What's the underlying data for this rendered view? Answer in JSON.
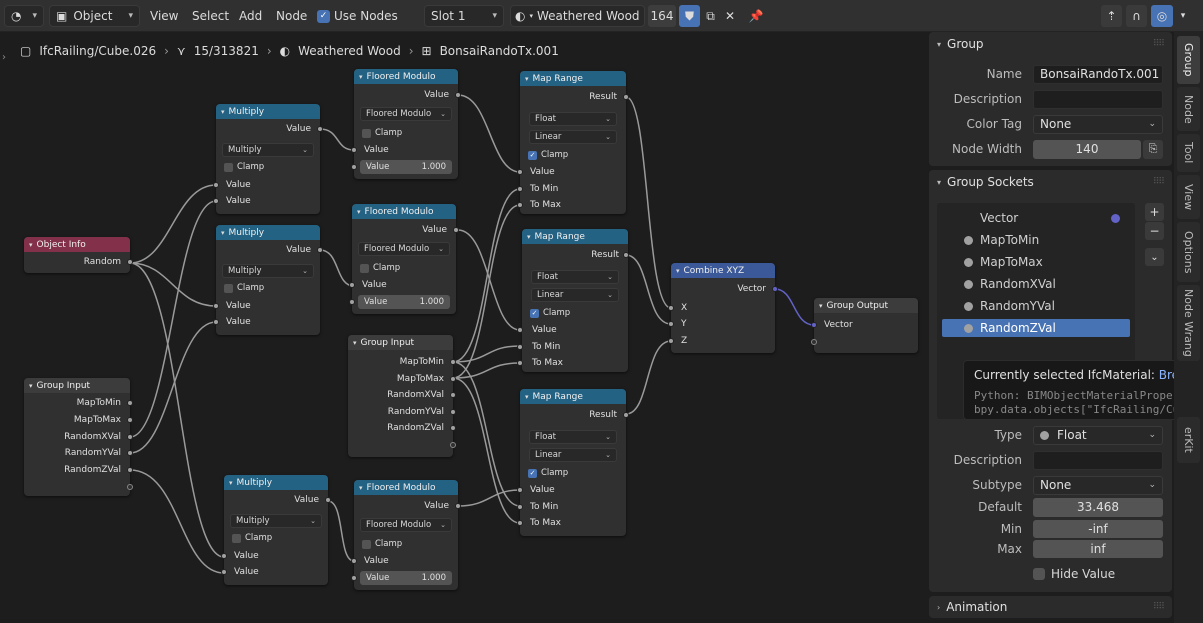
{
  "topbar": {
    "editor_type": "Object",
    "menus": [
      "View",
      "Select",
      "Add",
      "Node"
    ],
    "use_nodes": "Use Nodes",
    "slot": "Slot 1",
    "material": "Weathered Wood",
    "users": "164"
  },
  "breadcrumb": {
    "object": "IfcRailing/Cube.026",
    "mesh": "15/313821",
    "material": "Weathered Wood",
    "group": "BonsaiRandoTx.001"
  },
  "nodes": {
    "object_info": {
      "title": "Object Info",
      "out": "Random"
    },
    "group_input_left": {
      "title": "Group Input",
      "outputs": [
        "MapToMin",
        "MapToMax",
        "RandomXVal",
        "RandomYVal",
        "RandomZVal"
      ]
    },
    "mult1": {
      "title": "Multiply",
      "out": "Value",
      "op": "Multiply",
      "clamp": "Clamp",
      "in1": "Value",
      "in2": "Value"
    },
    "mult2": {
      "title": "Multiply",
      "out": "Value",
      "op": "Multiply",
      "clamp": "Clamp",
      "in1": "Value",
      "in2": "Value"
    },
    "mult3": {
      "title": "Multiply",
      "out": "Value",
      "op": "Multiply",
      "clamp": "Clamp",
      "in1": "Value",
      "in2": "Value"
    },
    "mod1": {
      "title": "Floored Modulo",
      "out": "Value",
      "op": "Floored Modulo",
      "clamp": "Clamp",
      "in1": "Value",
      "field_label": "Value",
      "field_value": "1.000"
    },
    "mod2": {
      "title": "Floored Modulo",
      "out": "Value",
      "op": "Floored Modulo",
      "clamp": "Clamp",
      "in1": "Value",
      "field_label": "Value",
      "field_value": "1.000"
    },
    "mod3": {
      "title": "Floored Modulo",
      "out": "Value",
      "op": "Floored Modulo",
      "clamp": "Clamp",
      "in1": "Value",
      "field_label": "Value",
      "field_value": "1.000"
    },
    "group_input_mid": {
      "title": "Group Input",
      "outputs": [
        "MapToMin",
        "MapToMax",
        "RandomXVal",
        "RandomYVal",
        "RandomZVal"
      ]
    },
    "map1": {
      "title": "Map Range",
      "out": "Result",
      "type": "Float",
      "interp": "Linear",
      "clamp": "Clamp",
      "inputs": [
        "Value",
        "To Min",
        "To Max"
      ]
    },
    "map2": {
      "title": "Map Range",
      "out": "Result",
      "type": "Float",
      "interp": "Linear",
      "clamp": "Clamp",
      "inputs": [
        "Value",
        "To Min",
        "To Max"
      ]
    },
    "map3": {
      "title": "Map Range",
      "out": "Result",
      "type": "Float",
      "interp": "Linear",
      "clamp": "Clamp",
      "inputs": [
        "Value",
        "To Min",
        "To Max"
      ]
    },
    "combine": {
      "title": "Combine XYZ",
      "out": "Vector",
      "inputs": [
        "X",
        "Y",
        "Z"
      ]
    },
    "group_output": {
      "title": "Group Output",
      "in": "Vector"
    }
  },
  "group_panel": {
    "title": "Group",
    "name_label": "Name",
    "name_value": "BonsaiRandoTx.001",
    "desc_label": "Description",
    "desc_value": "",
    "color_label": "Color Tag",
    "color_value": "None",
    "width_label": "Node Width",
    "width_value": "140"
  },
  "sockets_panel": {
    "title": "Group Sockets",
    "items": [
      "Vector",
      "MapToMin",
      "MapToMax",
      "RandomXVal",
      "RandomYVal",
      "RandomZVal"
    ],
    "type_label": "Type",
    "type_value": "Float",
    "desc_label": "Description",
    "desc_value": "",
    "subtype_label": "Subtype",
    "subtype_value": "None",
    "default_label": "Default",
    "default_value": "33.468",
    "min_label": "Min",
    "min_value": "-inf",
    "max_label": "Max",
    "max_value": "inf",
    "hide_label": "Hide Value"
  },
  "animation_panel": {
    "title": "Animation"
  },
  "tooltip": {
    "line1": "Currently selected IfcMaterial: ",
    "line1_value": "BreezeBlock",
    "line2": "Python: BIMObjectMaterialPropertie",
    "line3": "bpy.data.objects[\"IfcRailing/Cube"
  },
  "vtabs": [
    "Group",
    "Node",
    "Tool",
    "View",
    "Options",
    "Node Wrang",
    "erKit"
  ]
}
